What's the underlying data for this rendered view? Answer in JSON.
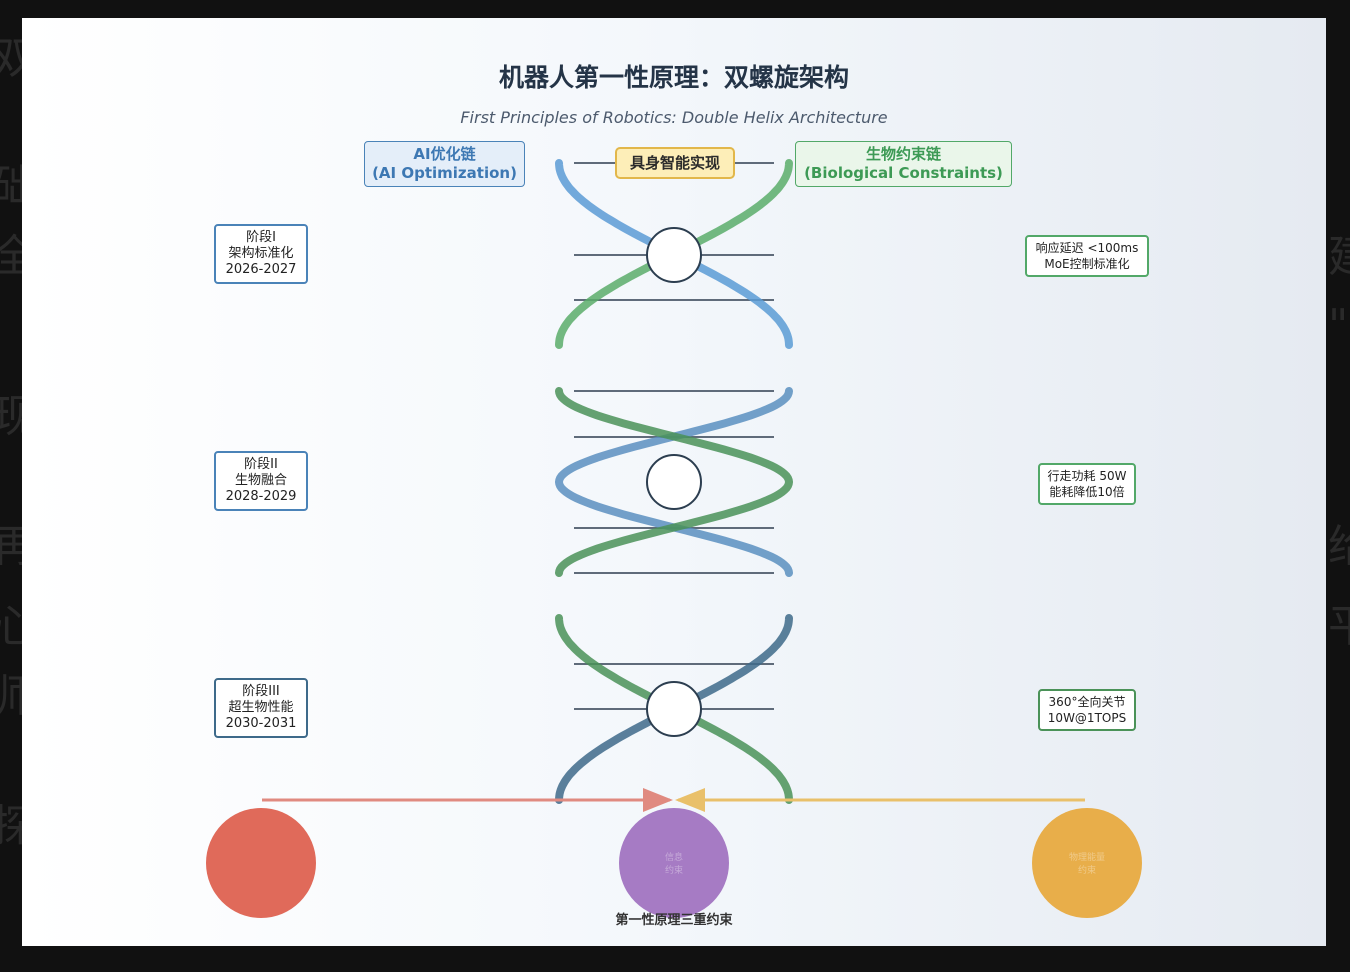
{
  "title": "机器人第一性原理：双螺旋架构",
  "subtitle": "First Principles of Robotics: Double Helix Architecture",
  "chains": {
    "ai": {
      "line1": "AI优化链",
      "line2": "(AI Optimization)"
    },
    "bio": {
      "line1": "生物约束链",
      "line2": "(Biological Constraints)"
    }
  },
  "center_label": "具身智能实现",
  "stages": [
    {
      "name": "阶段I",
      "desc": "架构标准化",
      "years": "2026-2027"
    },
    {
      "name": "阶段II",
      "desc": "生物融合",
      "years": "2028-2029"
    },
    {
      "name": "阶段III",
      "desc": "超生物性能",
      "years": "2030-2031"
    }
  ],
  "metrics": [
    {
      "line1": "响应延迟 <100ms",
      "line2": "MoE控制标准化"
    },
    {
      "line1": "行走功耗 50W",
      "line2": "能耗降低10倍"
    },
    {
      "line1": "360°全向关节",
      "line2": "10W@1TOPS"
    }
  ],
  "constraints": [
    {
      "label": ""
    },
    {
      "label": "信息\n约束"
    },
    {
      "label": "物理能量\n约束"
    }
  ],
  "footer": "第一性原理三重约束",
  "colors": {
    "blue": "#5b9bd5",
    "green": "#5aad6a",
    "dark_blue": "#3e6a8a",
    "dark_green": "#4a9258",
    "rung": "#5f6b7a",
    "red_circle": "#e06a5a",
    "purple_circle": "#a67bc4",
    "orange_circle": "#e8ae4a",
    "red_line": "#e08a80",
    "orange_line": "#e9c06a"
  }
}
